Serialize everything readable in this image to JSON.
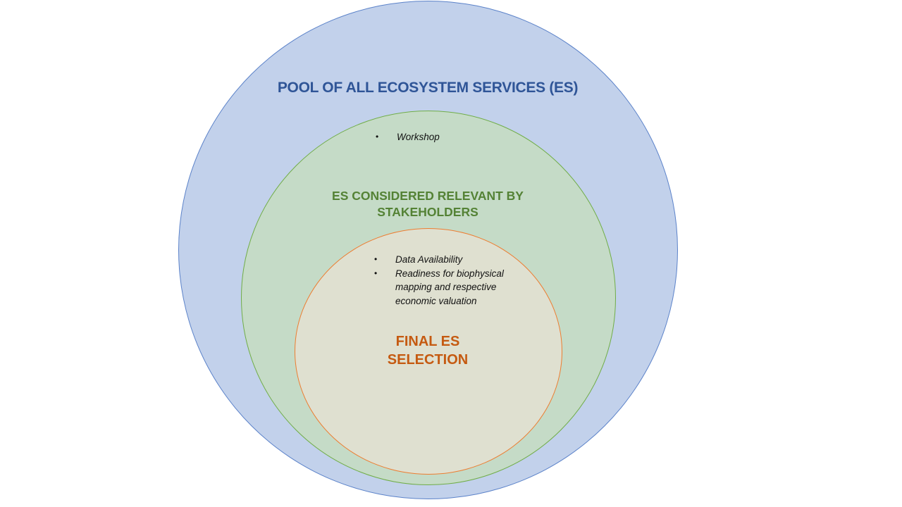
{
  "diagram": {
    "colors": {
      "outer_fill": "#c2d1eb",
      "outer_stroke": "#5b82c9",
      "outer_text": "#2f5597",
      "middle_fill": "#c5dbc7",
      "middle_stroke": "#70ad47",
      "middle_text": "#548235",
      "inner_fill": "#dfe0d0",
      "inner_stroke": "#ed7d31",
      "inner_text": "#c55a11"
    },
    "outer": {
      "label": "POOL OF ALL ECOSYSTEM SERVICES (ES)"
    },
    "middle": {
      "label": "ES CONSIDERED RELEVANT BY STAKEHOLDERS",
      "bullets": [
        "Workshop"
      ]
    },
    "inner": {
      "label": "FINAL ES SELECTION",
      "bullets": [
        "Data Availability",
        "Readiness for biophysical mapping and respective economic valuation"
      ]
    }
  }
}
